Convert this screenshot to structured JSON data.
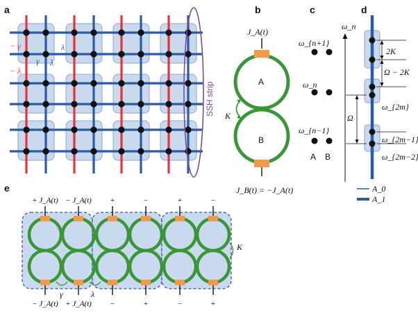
{
  "panels": {
    "a": "a",
    "b": "b",
    "c": "c",
    "d": "d",
    "e": "e"
  },
  "colors": {
    "red": "#e8313a",
    "blue": "#2c59a8",
    "green": "#3b9639",
    "orange": "#f39a4a",
    "cell": "#c9d9ee",
    "cell_stroke": "#8aa7cf",
    "purple": "#7a4b9c",
    "black": "#111111"
  },
  "panel_a": {
    "label_minus_gamma_sym": "− γ",
    "label_gamma_sym": "γ",
    "label_lambda_sym": "λ",
    "label_minus_lambda_sym": "− λ",
    "label_lambda2_sym": "λ",
    "ssh_label": "SSH strip"
  },
  "panel_b": {
    "top_drive": "J_A(t)",
    "ring_a": "A",
    "ring_b": "B",
    "coupling": "K",
    "bottom_drive": "J_B(t) = −J_A(t)"
  },
  "panel_c": {
    "levels": [
      "ω_{n+1}",
      "ω_n",
      "ω_{n−1}"
    ],
    "col_a": "A",
    "col_b": "B",
    "axis": "ω_n"
  },
  "panel_d": {
    "gap_2k": "2K",
    "gap_omega_minus_2k": "Ω − 2K",
    "omega": "Ω",
    "levels": [
      "ω_{2m}",
      "ω_{2m−1}",
      "ω_{2m−2}"
    ],
    "legend": [
      "A_0",
      "A_1"
    ]
  },
  "panel_e": {
    "top_signs": [
      "+ J_A(t)",
      "− J_A(t)",
      "+",
      "−",
      "+",
      "−"
    ],
    "bottom_signs": [
      "− J_A(t)",
      "+ J_A(t)",
      "−",
      "+",
      "−",
      "+"
    ],
    "gamma": "γ",
    "lambda": "λ",
    "k": "K"
  }
}
